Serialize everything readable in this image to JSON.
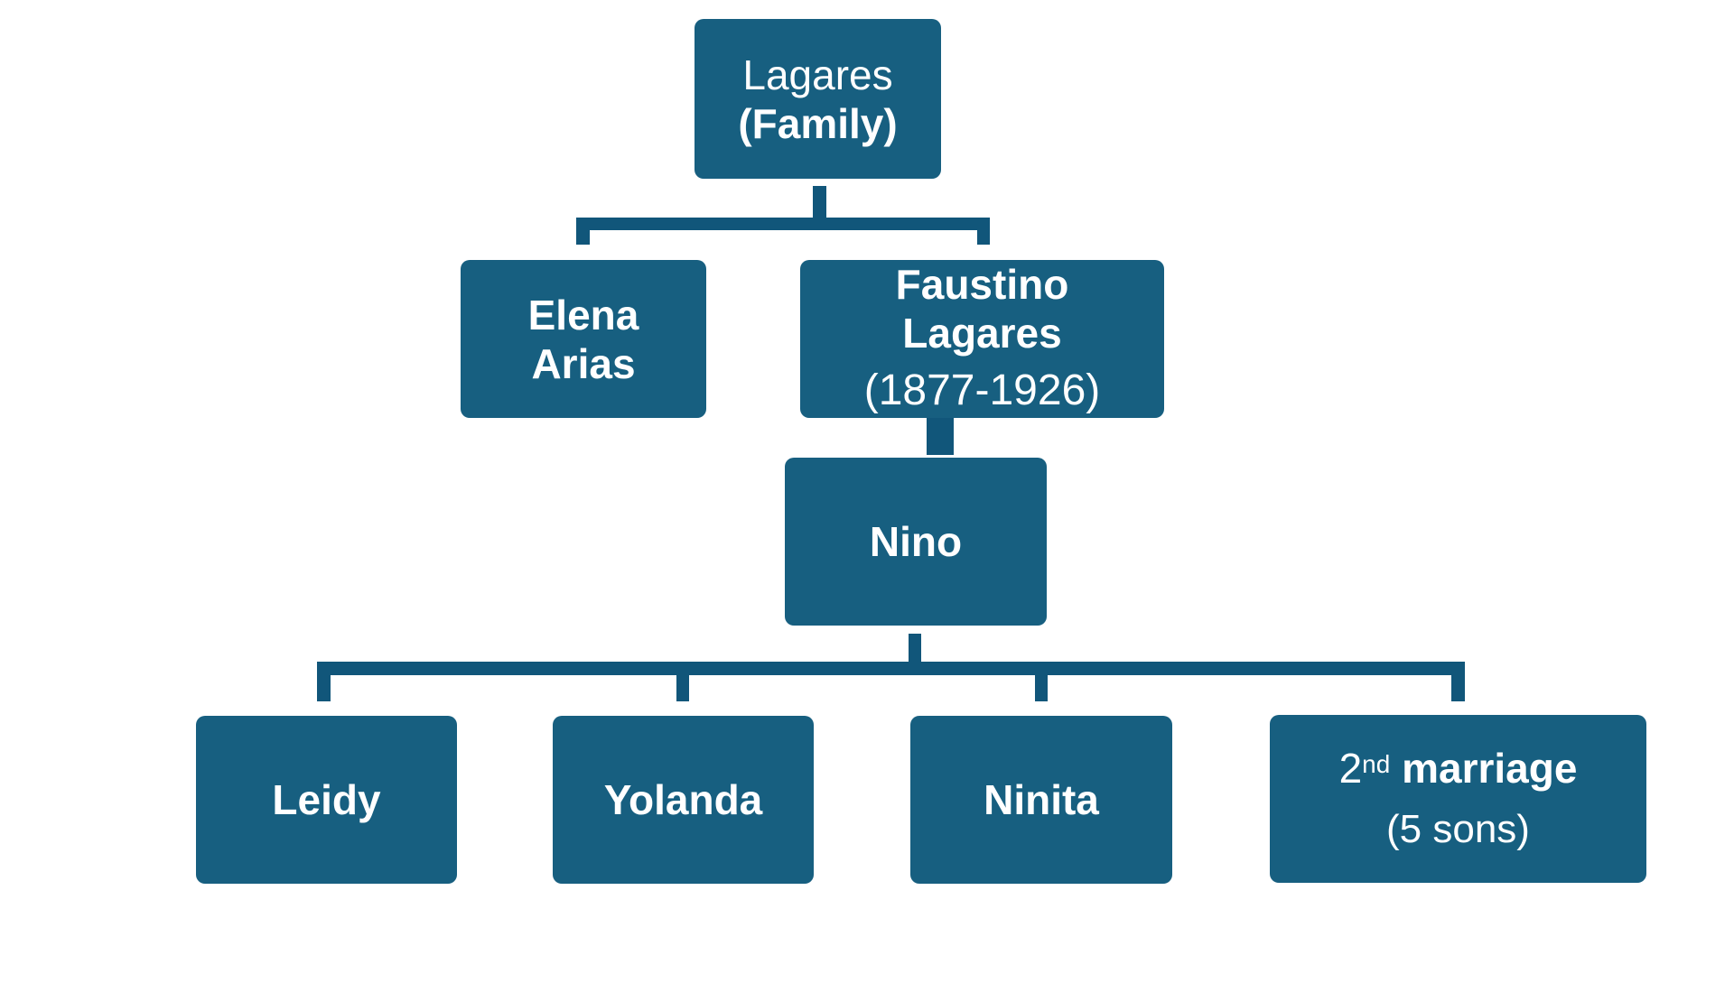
{
  "diagram": {
    "type": "family-tree",
    "colors": {
      "node_fill": "#175f80",
      "connector": "#11567a",
      "text": "#ffffff",
      "background": "#ffffff"
    },
    "root": {
      "line1": "Lagares",
      "line2": "(Family)"
    },
    "generation1": [
      {
        "line1": "Elena",
        "line2": "Arias"
      },
      {
        "line1": "Faustino",
        "line2": "Lagares",
        "line3": "(1877-1926)"
      }
    ],
    "generation2": [
      {
        "line1": "Nino"
      }
    ],
    "generation3": [
      {
        "line1": "Leidy"
      },
      {
        "line1": "Yolanda"
      },
      {
        "line1": "Ninita"
      },
      {
        "line1_num": "2",
        "line1_sup": "nd",
        "line1_rest": " marriage",
        "line2": "(5 sons)"
      }
    ],
    "edges": [
      [
        "Lagares (Family)",
        "Elena Arias"
      ],
      [
        "Lagares (Family)",
        "Faustino Lagares"
      ],
      [
        "Faustino Lagares",
        "Nino"
      ],
      [
        "Nino",
        "Leidy"
      ],
      [
        "Nino",
        "Yolanda"
      ],
      [
        "Nino",
        "Ninita"
      ],
      [
        "Nino",
        "2nd marriage (5 sons)"
      ]
    ]
  }
}
